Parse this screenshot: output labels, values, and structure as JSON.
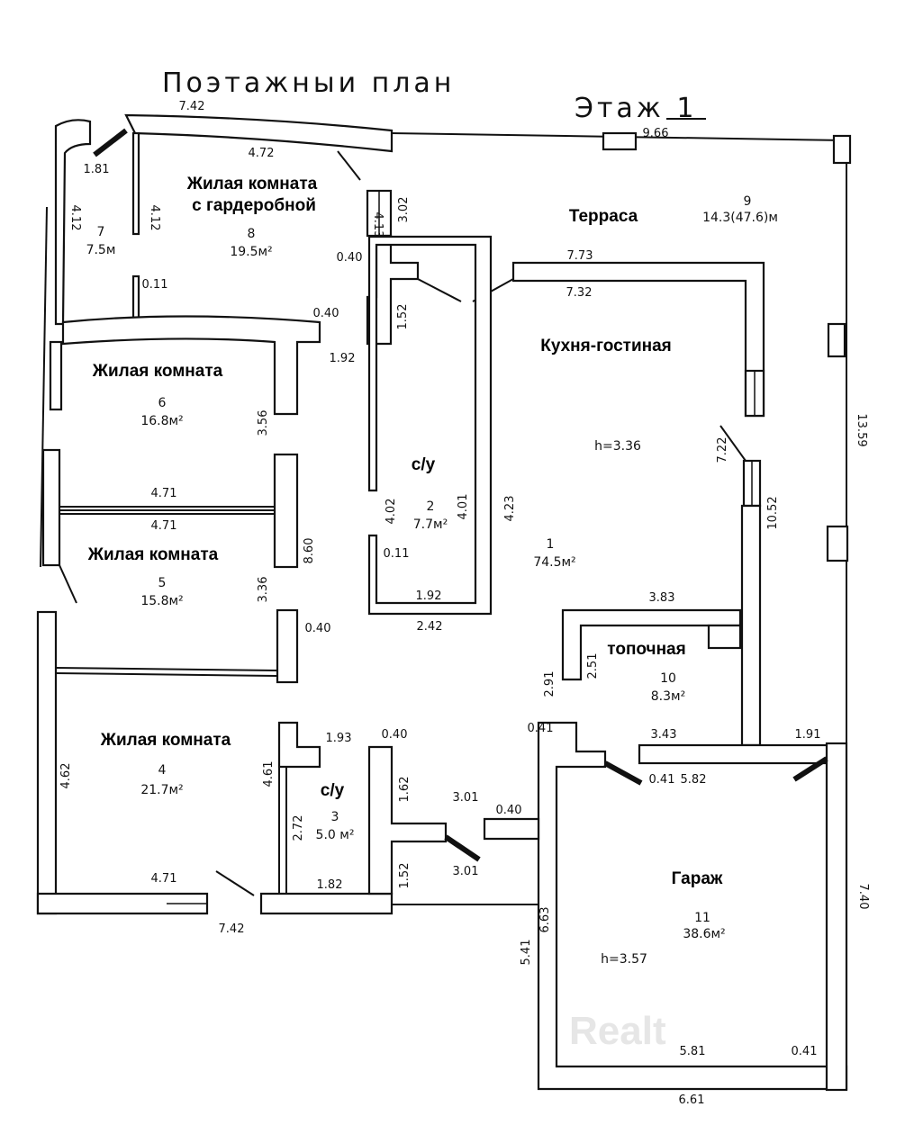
{
  "title": "Поэтажныи план",
  "floor": "Этаж 1",
  "watermark": "Realt",
  "rooms": [
    {
      "name_1": "Жилая комната",
      "name_2": "с гардеробной",
      "number": "8",
      "area": "19.5м²"
    },
    {
      "number": "7",
      "area": "7.5м"
    },
    {
      "name_1": "Терраса",
      "number": "9",
      "area": "14.3(47.6)м"
    },
    {
      "name_1": "Кухня-гостиная",
      "height": "h=3.36",
      "number": "1",
      "area": "74.5м²"
    },
    {
      "name_1": "Жилая комната",
      "number": "6",
      "area": "16.8м²"
    },
    {
      "name_1": "с/у",
      "number": "2",
      "area": "7.7м²"
    },
    {
      "name_1": "Жилая комната",
      "number": "5",
      "area": "15.8м²"
    },
    {
      "name_1": "топочная",
      "number": "10",
      "area": "8.3м²"
    },
    {
      "name_1": "Жилая комната",
      "number": "4",
      "area": "21.7м²"
    },
    {
      "name_1": "с/у",
      "number": "3",
      "area": "5.0 м²"
    },
    {
      "name_1": "Гараж",
      "number": "11",
      "area": "38.6м²",
      "height": "h=3.57"
    }
  ],
  "dims": [
    "7.42",
    "4.72",
    "1.81",
    "4.12",
    "4.12",
    "9.66",
    "3.02",
    "4.13",
    "0.40",
    "7.73",
    "7.32",
    "0.11",
    "1.52",
    "0.40",
    "1.92",
    "3.56",
    "13.59",
    "7.22",
    "10.52",
    "4.71",
    "4.71",
    "4.02",
    "4.01",
    "4.23",
    "8.60",
    "3.36",
    "0.11",
    "1.92",
    "2.42",
    "0.40",
    "3.83",
    "2.91",
    "2.51",
    "0.41",
    "3.43",
    "1.91",
    "0.40",
    "1.93",
    "4.61",
    "1.62",
    "0.41",
    "5.82",
    "3.01",
    "0.40",
    "4.62",
    "2.72",
    "1.52",
    "3.01",
    "4.71",
    "1.82",
    "6.63",
    "7.40",
    "7.42",
    "5.41",
    "5.81",
    "0.41",
    "6.61"
  ]
}
